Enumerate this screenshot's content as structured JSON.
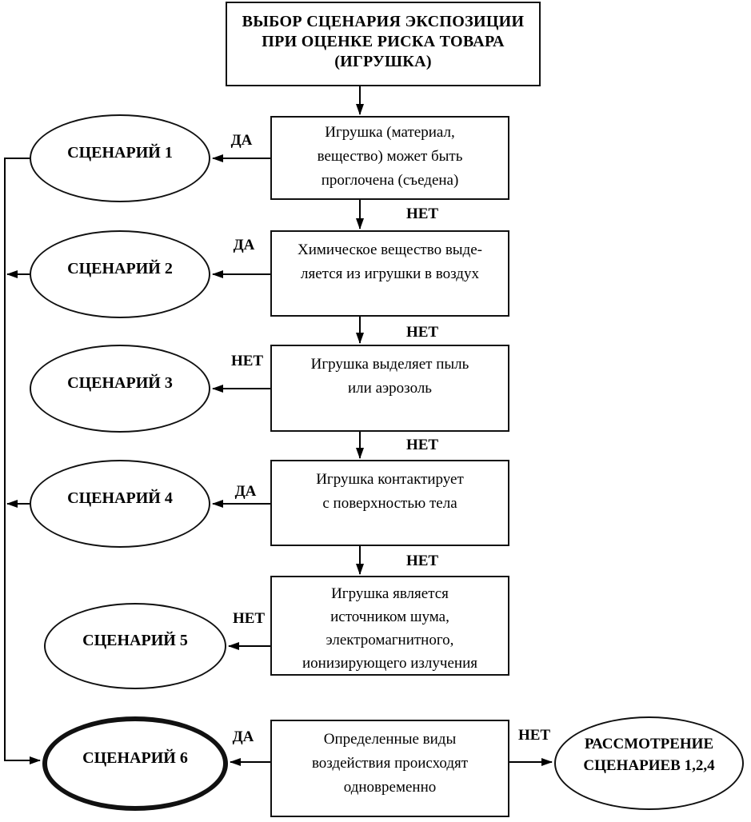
{
  "diagram": {
    "title": "ВЫБОР СЦЕНАРИЯ ЭКСПОЗИЦИИ\nПРИ ОЦЕНКЕ РИСКА ТОВАРА\n(ИГРУШКА)",
    "decisions": {
      "d1": {
        "text": "Игрушка (материал,\nвещество) может быть\nпроглочена (съедена)",
        "left_label": "ДА",
        "down_label": "НЕТ"
      },
      "d2": {
        "text": "Химическое вещество выде-\nляется из игрушки в воздух",
        "left_label": "ДА",
        "down_label": "НЕТ"
      },
      "d3": {
        "text": "Игрушка выделяет пыль\nили аэрозоль",
        "left_label": "НЕТ",
        "down_label": "НЕТ"
      },
      "d4": {
        "text": "Игрушка контактирует\nс поверхностью тела",
        "left_label": "ДА",
        "down_label": "НЕТ"
      },
      "d5": {
        "text": "Игрушка является\nисточником шума,\nэлектромагнитного,\nионизирующего излучения",
        "left_label": "НЕТ"
      },
      "d6": {
        "text": "Определенные виды\nвоздействия происходят\nодновременно",
        "left_label": "ДА",
        "right_label": "НЕТ"
      }
    },
    "scenarios": {
      "s1": "СЦЕНАРИЙ 1",
      "s2": "СЦЕНАРИЙ 2",
      "s3": "СЦЕНАРИЙ 3",
      "s4": "СЦЕНАРИЙ 4",
      "s5": "СЦЕНАРИЙ 5",
      "s6": "СЦЕНАРИЙ 6"
    },
    "result": "РАССМОТРЕНИЕ\nСЦЕНАРИЕВ 1,2,4",
    "colors": {
      "line": "#000000",
      "background": "#ffffff",
      "text": "#000000"
    }
  }
}
